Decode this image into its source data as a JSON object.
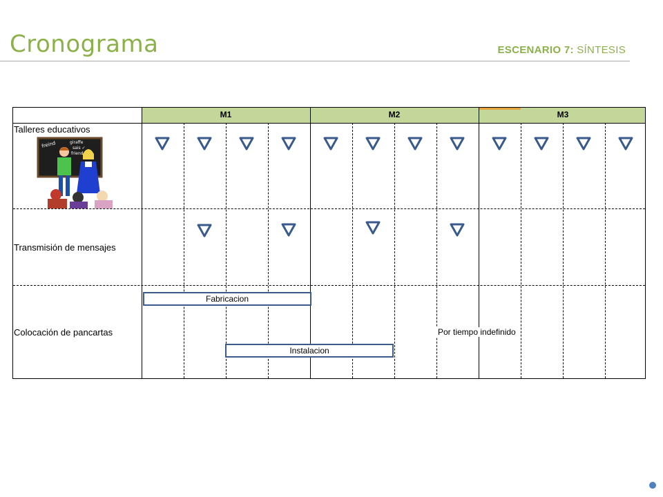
{
  "header": {
    "title": "Cronograma",
    "scenario_bold": "ESCENARIO 7:",
    "scenario_rest": " SÍNTESIS"
  },
  "schedule": {
    "months": [
      "M1",
      "M2",
      "M3"
    ],
    "rows": [
      {
        "label": "Talleres educativos"
      },
      {
        "label": "Transmisión de mensajes"
      },
      {
        "label": "Colocación de pancartas"
      }
    ],
    "bars": {
      "fabricacion": "Fabricacion",
      "instalacion": "Instalacion"
    },
    "note": "Por tiempo indefinido",
    "colors": {
      "header": "#c4d79b",
      "triangle": "#3a5a8c",
      "accent": "#8cb04a"
    }
  }
}
